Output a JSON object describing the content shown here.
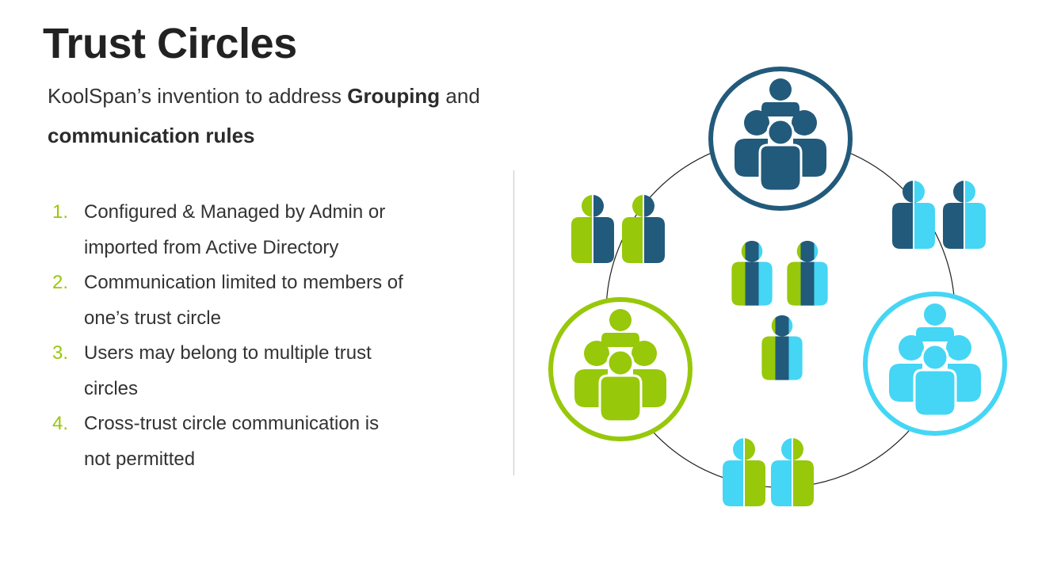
{
  "slide": {
    "title": "Trust Circles",
    "subtitle_plain_1": "KoolSpan’s invention to address ",
    "subtitle_bold_1": "Grouping",
    "subtitle_plain_2": " and",
    "subtitle_bold_2": "communication rules",
    "list": [
      {
        "num": "1.",
        "line1": "Configured & Managed by Admin or",
        "line2": "imported from Active Directory"
      },
      {
        "num": "2.",
        "line1": "Communication limited to members of",
        "line2": "one’s trust circle"
      },
      {
        "num": "3.",
        "line1": "Users may belong to multiple trust",
        "line2": "circles"
      },
      {
        "num": "4.",
        "line1": "Cross-trust circle communication is",
        "line2": "not permitted"
      }
    ]
  },
  "colors": {
    "dark_blue": "#225a7b",
    "green": "#97c80a",
    "cyan": "#44d6f4",
    "list_number": "#97c80a",
    "divider": "#c8c8c8"
  },
  "icons": {
    "group": "people-group-icon",
    "person": "person-icon"
  }
}
